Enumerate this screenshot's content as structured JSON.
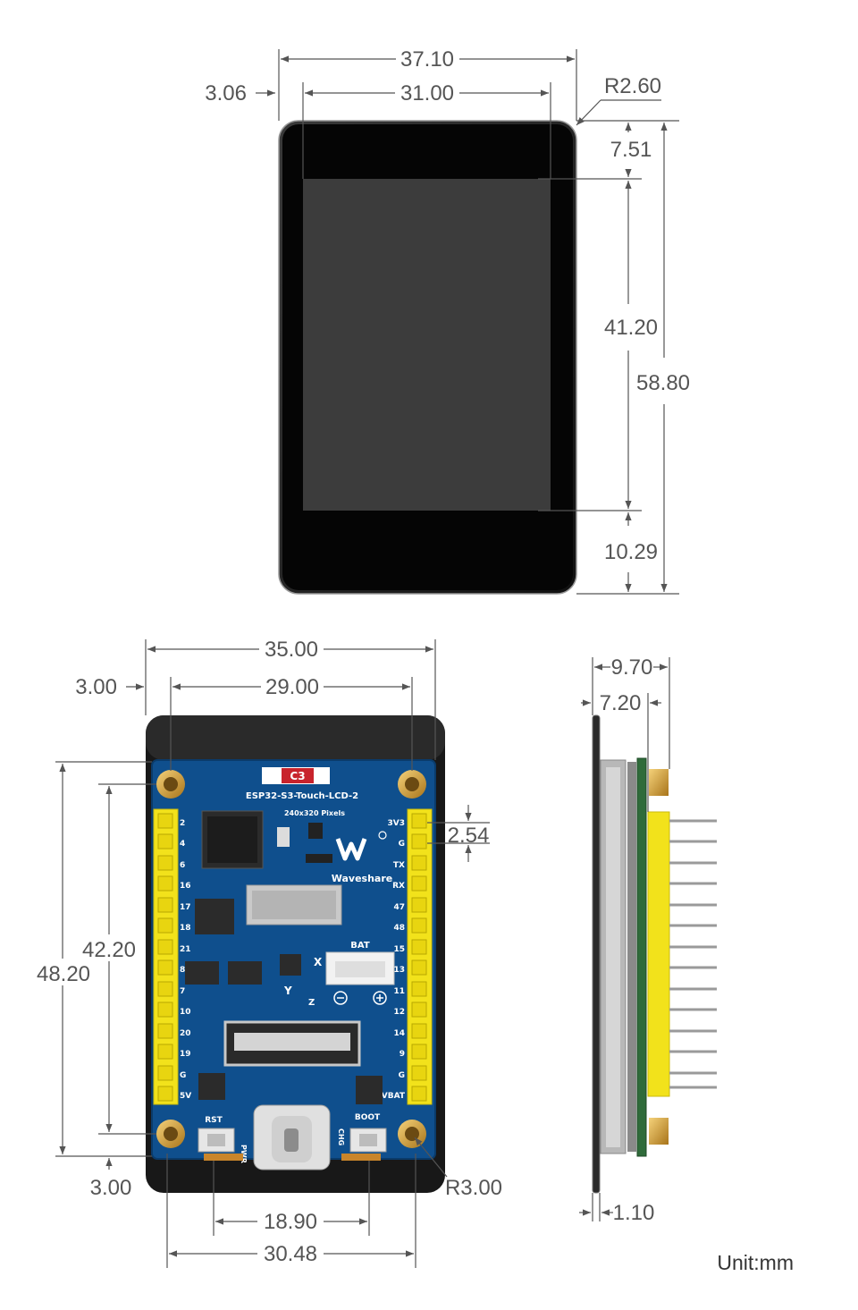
{
  "units_label": "Unit:mm",
  "front_view": {
    "width_total": "37.10",
    "width_screen": "31.00",
    "left_offset": "3.06",
    "corner_radius": "R2.60",
    "top_offset": "7.51",
    "screen_height": "41.20",
    "total_height": "58.80",
    "bottom_offset": "10.29"
  },
  "back_view": {
    "width_total": "35.00",
    "hole_spacing_x": "29.00",
    "left_offset": "3.00",
    "pin_pitch": "2.54",
    "hole_spacing_y": "42.20",
    "total_height": "48.20",
    "bottom_offset": "3.00",
    "hole_radius": "R3.00",
    "inner_span": "18.90",
    "header_span": "30.48",
    "board_name": "ESP32-S3-Touch-LCD-2",
    "resolution": "240x320 Pixels",
    "brand": "Waveshare",
    "bat_label": "BAT",
    "rst_label": "RST",
    "boot_label": "BOOT",
    "pwr_label": "PWR",
    "chg_label": "CHG",
    "c3_label": "C3",
    "left_pins": [
      "2",
      "4",
      "6",
      "16",
      "17",
      "18",
      "21",
      "8",
      "7",
      "10",
      "20",
      "19",
      "G",
      "5V"
    ],
    "right_pins": [
      "3V3",
      "G",
      "TX",
      "RX",
      "47",
      "48",
      "15",
      "13",
      "11",
      "12",
      "14",
      "9",
      "G",
      "VBAT"
    ]
  },
  "side_view": {
    "thickness_total": "9.70",
    "thickness_board": "7.20",
    "glass": "1.10"
  }
}
